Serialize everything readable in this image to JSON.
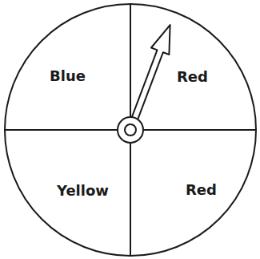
{
  "diagram": {
    "nodes": [
      {
        "text": [
          "Blue"
        ]
      },
      {
        "text": [
          "Red"
        ]
      },
      {
        "text": [
          "Yellow"
        ]
      },
      {
        "text": [
          "Red"
        ]
      }
    ]
  }
}
